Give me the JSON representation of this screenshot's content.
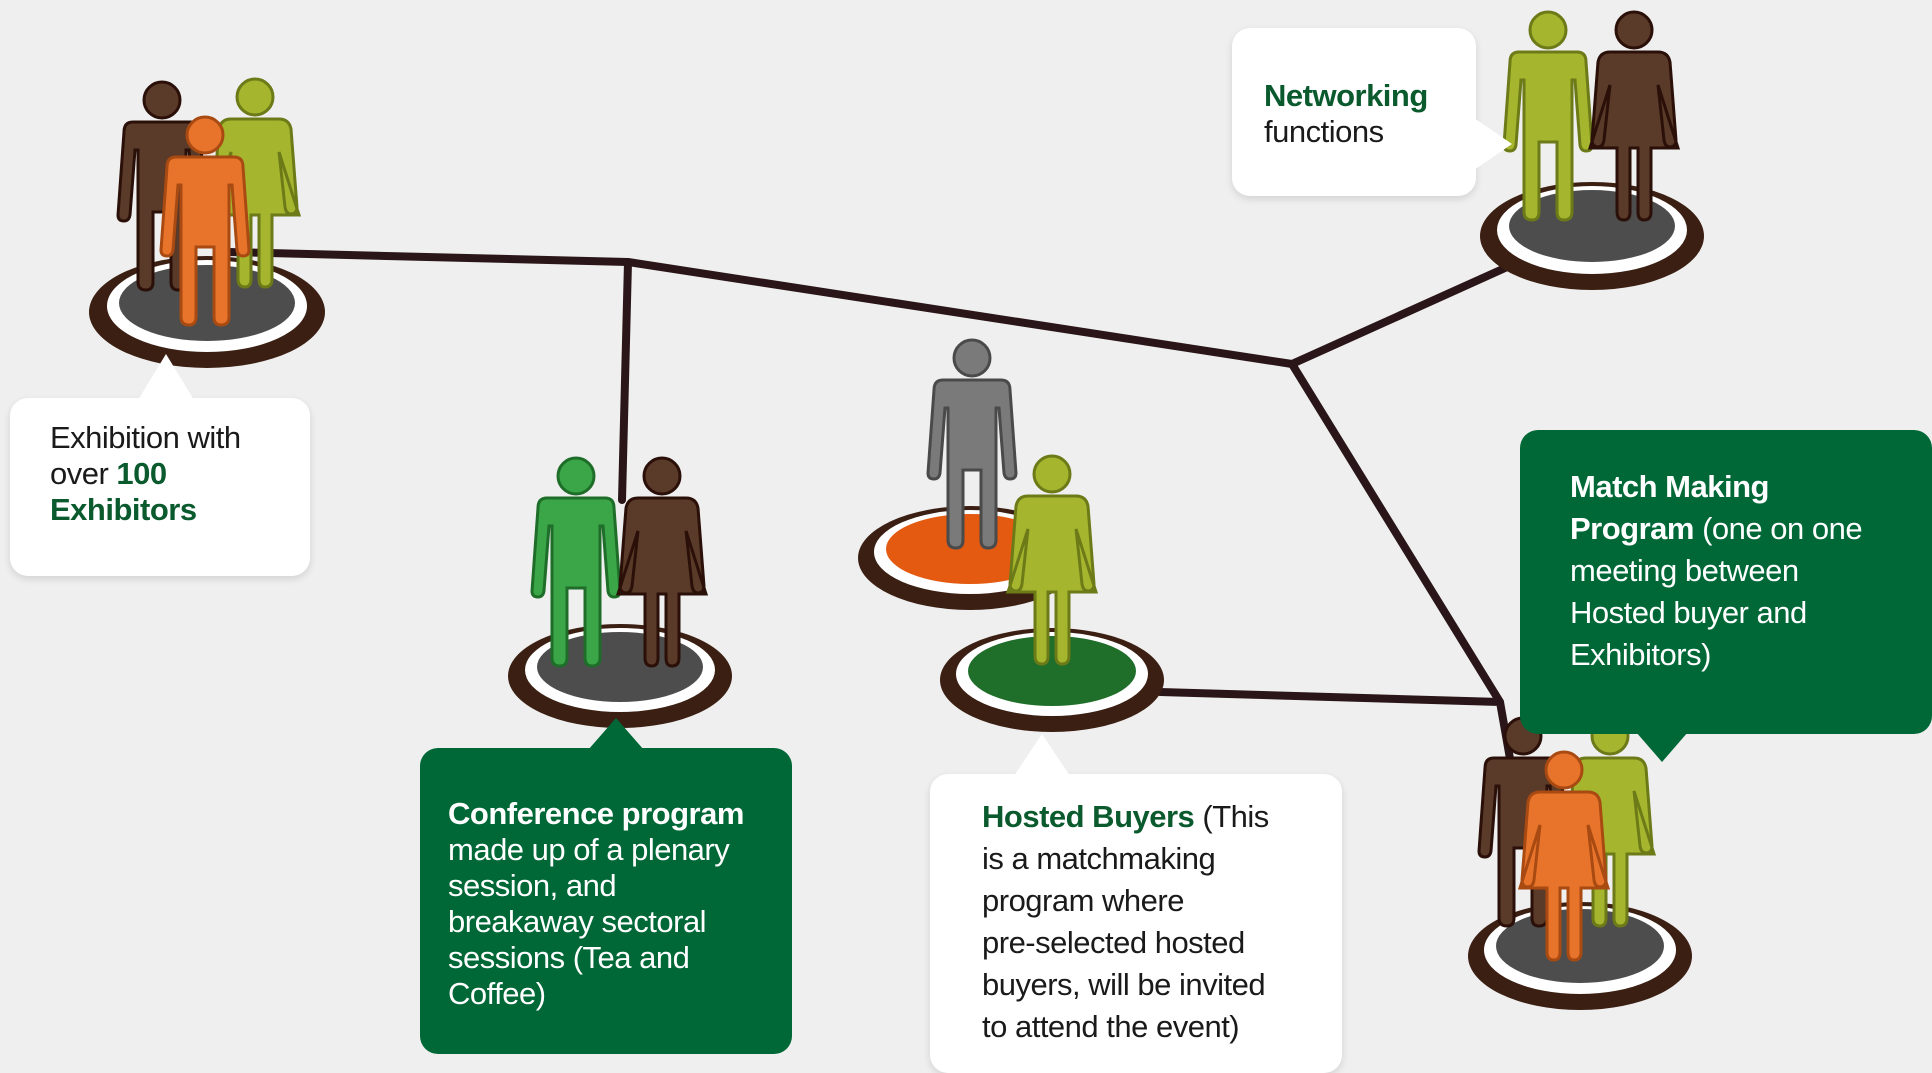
{
  "colors": {
    "background": "#efefef",
    "connector": "#2a1518",
    "dark_green": "#006837",
    "highlight_green": "#0a5a2e",
    "brown_person": "#5a3a28",
    "orange_person": "#e8742b",
    "olive_person": "#a5b52e",
    "green_person": "#3aa648",
    "grey_person": "#7a7a7a"
  },
  "nodes": {
    "exhibition": {
      "label_line1": "Exhibition with",
      "label_pre": "over ",
      "label_highlight": "100",
      "label_line3": "Exhibitors",
      "people": [
        "brown-person-icon",
        "olive-person-icon",
        "orange-person-icon"
      ]
    },
    "conference": {
      "highlight": "Conference program",
      "text_lines": [
        "made up of a plenary",
        "session, and",
        "breakaway sectoral",
        "sessions (Tea and",
        "Coffee)"
      ],
      "people": [
        "green-person-icon",
        "brown-person-icon"
      ]
    },
    "hosted_buyers": {
      "highlight": "Hosted Buyers",
      "highlight_suffix": " (This",
      "text_lines": [
        "is a matchmaking",
        "program where",
        "pre-selected hosted",
        "buyers, will be invited",
        "to attend the event)"
      ],
      "people": [
        "grey-person-icon",
        "olive-person-icon"
      ]
    },
    "networking": {
      "highlight": "Networking",
      "text": "functions",
      "people": [
        "olive-person-icon",
        "brown-person-icon"
      ]
    },
    "match_making": {
      "highlight_line1": "Match Making",
      "highlight_line2": "Program",
      "suffix_line2": " (one on one",
      "text_lines": [
        "meeting between",
        "Hosted buyer and",
        "Exhibitors)"
      ],
      "people": [
        "brown-person-icon",
        "olive-person-icon",
        "orange-person-icon"
      ]
    }
  }
}
